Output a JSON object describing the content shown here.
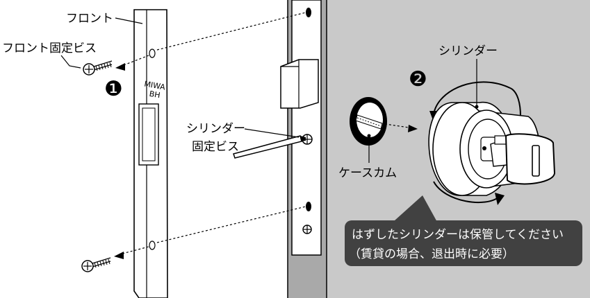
{
  "labels": {
    "front": "フロント",
    "front_screw": "フロント固定ビス",
    "cylinder_screw_line1": "シリンダー",
    "cylinder_screw_line2": "固定ビス",
    "cylinder": "シリンダー",
    "cam": "ケースカム"
  },
  "front_plate_marking": {
    "line1": "MIWA",
    "line2": "BH"
  },
  "steps": [
    {
      "number": "1",
      "glyph": "❶"
    },
    {
      "number": "2",
      "glyph": "❷"
    }
  ],
  "callout": {
    "line1": "はずしたシリンダーは保管してください",
    "line2": "（賃貸の場合、退出時に必要）"
  },
  "colors": {
    "door_gray": "#c9c9c9",
    "door_edge": "#a9a9a9",
    "callout_bg": "#414141",
    "callout_text": "#ffffff",
    "line": "#000000",
    "plate": "#ffffff"
  }
}
